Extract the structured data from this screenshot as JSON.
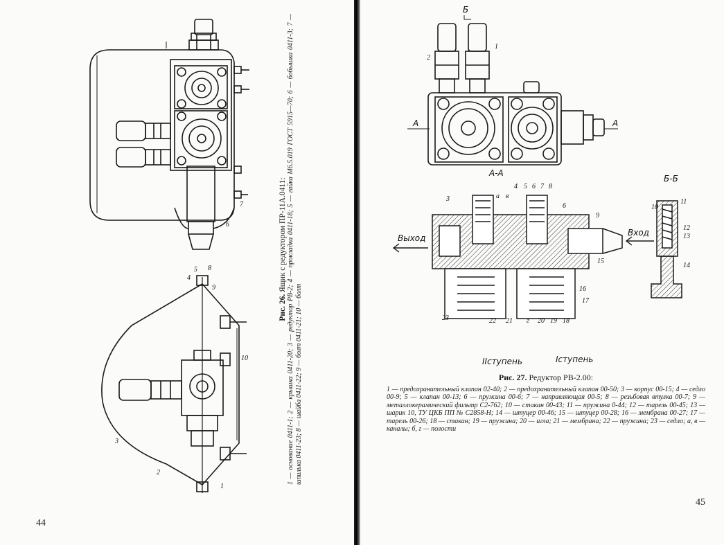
{
  "left_page": {
    "page_number": "44",
    "figure26": {
      "title_prefix": "Рис. 26.",
      "title_text": "Ящик с редуктором ПР-11А.0411:",
      "legend": "1 — основание 0411-1; 2 — крышка 0411-20; 3 — редуктор РВ-2; 4 — прокладка 0411-18; 5 — гайка М6.5.019 ГОСТ 5915—70; 6 — бобышка 0411-3; 7 — шпилька 0411-23; 8 — шайба 0411-22; 9 — болт 0411-21; 10 — болт",
      "callouts": [
        "1",
        "2",
        "3",
        "4",
        "5",
        "6",
        "7",
        "8",
        "9",
        "10"
      ]
    }
  },
  "right_page": {
    "page_number": "45",
    "figure27": {
      "title_prefix": "Рис. 27.",
      "title_text": "Редуктор РВ-2.00:",
      "legend": "1 — предохранительный клапан 02-40; 2 — предохранительный клапан 00-50; 3 — корпус 00-15; 4 — седло 00-9; 5 — клапан 00-13; 6 — пружина 00-6; 7 — направляющая 00-5; 8 — резьбовая втулка 00-7; 9 — металлокерамический фильтр С2-762; 10 — стакан 00-43; 11 — пружина 0-44; 12 — тарель 00-45; 13 — шарик 10, ТУ ЦКБ ПП № С2858-Н; 14 — штуцер 00-46; 15 — штуцер 00-28; 16 — мембрана 00-27; 17 — тарель 00-26; 18 — стакан; 19 — пружина; 20 — игла; 21 — мембрана; 22 — пружина; 23 — седло; а, в — каналы; б, г — полости",
      "section_aa": "А-А",
      "section_bb": "Б-Б",
      "label_b": "Б",
      "label_a": "А",
      "outlet": "Выход",
      "inlet": "Вход",
      "stage2": "IIступень",
      "stage1": "Iступень",
      "callouts": [
        "1",
        "2",
        "3",
        "4",
        "5",
        "6",
        "7",
        "8",
        "9",
        "10",
        "11",
        "12",
        "13",
        "14",
        "15",
        "16",
        "17",
        "18",
        "19",
        "20",
        "21",
        "22",
        "23",
        "а",
        "б",
        "в",
        "г"
      ]
    }
  }
}
